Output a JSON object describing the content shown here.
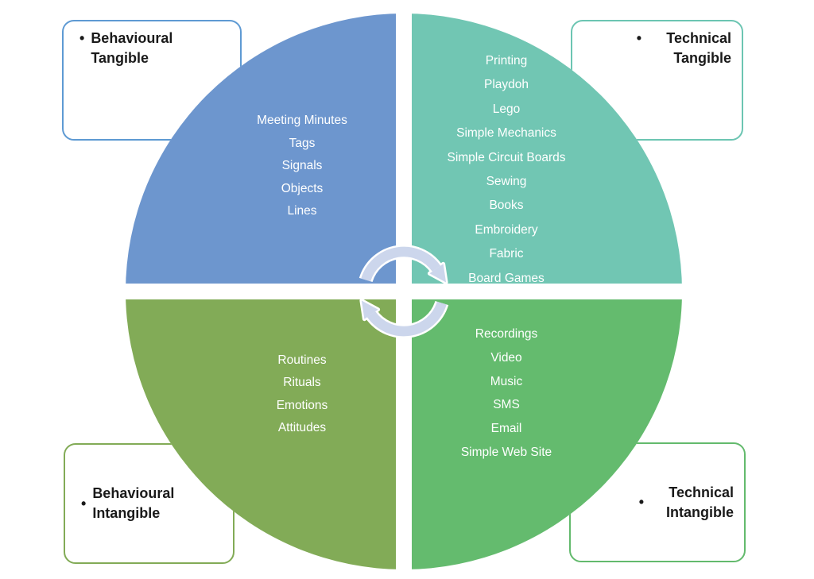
{
  "diagram": {
    "background_color": "#ffffff",
    "bullet": "•",
    "center_icon": "cycle-arrows-icon",
    "center_icon_color": "#ccd6ec",
    "quadrants": {
      "top_left": {
        "label": "Behavioural Tangible",
        "color": "#6d96ce",
        "border_color": "#5e9ad3",
        "items": [
          "Meeting Minutes",
          "Tags",
          "Signals",
          "Objects",
          "Lines"
        ]
      },
      "top_right": {
        "label": "Technical Tangible",
        "color": "#71c6b3",
        "border_color": "#6cc5b2",
        "items": [
          "Printing",
          "Playdoh",
          "Lego",
          "Simple Mechanics",
          "Simple Circuit Boards",
          "Sewing",
          "Books",
          "Embroidery",
          "Fabric",
          "Board Games"
        ]
      },
      "bottom_left": {
        "label": "Behavioural Intangible",
        "color": "#82ab57",
        "border_color": "#82ab56",
        "items": [
          "Routines",
          "Rituals",
          "Emotions",
          "Attitudes"
        ]
      },
      "bottom_right": {
        "label": "Technical Intangible",
        "color": "#64bb6e",
        "border_color": "#63ba6d",
        "items": [
          "Recordings",
          "Video",
          "Music",
          "SMS",
          "Email",
          "Simple Web Site"
        ]
      }
    }
  }
}
